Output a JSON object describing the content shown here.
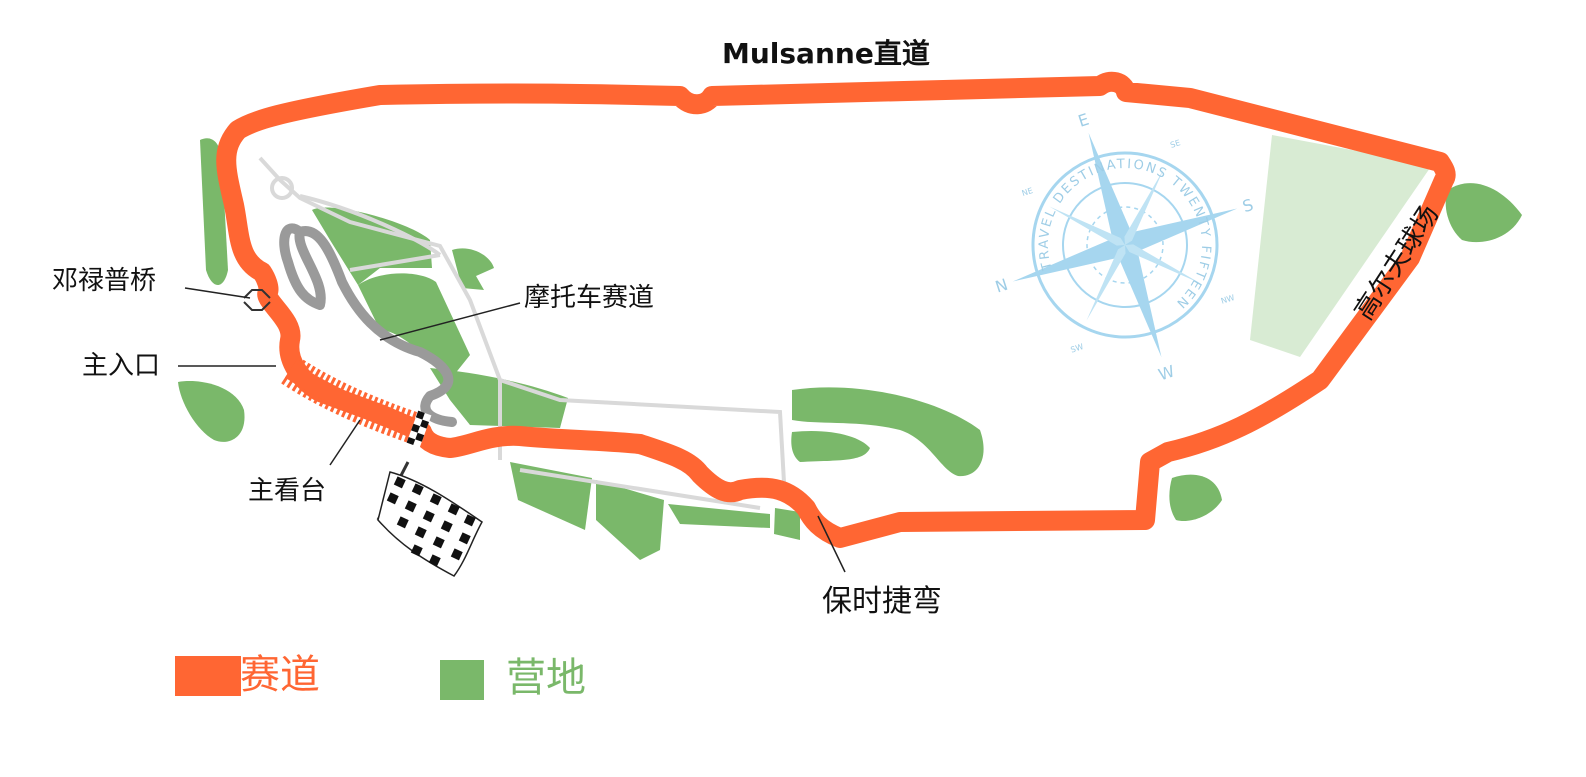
{
  "labels": {
    "straight": "Mulsanne直道",
    "bridge": "邓禄普桥",
    "moto_track": "摩托车赛道",
    "main_entrance": "主入口",
    "grandstand": "主看台",
    "porsche_curve": "保时捷弯",
    "golf": "高尔夫球场"
  },
  "compass": {
    "ring_text": "TRAVEL DESTINATIONS TWENTY FIFTEEN",
    "north": "N",
    "south": "S",
    "east": "E",
    "west": "W",
    "ne": "NE",
    "se": "SE",
    "sw": "SW",
    "nw": "NW"
  },
  "legend": [
    {
      "label": "赛道",
      "color": "#ff6633"
    },
    {
      "label": "营地",
      "color": "#7ab86a"
    }
  ],
  "colors": {
    "track": "#ff6633",
    "camp": "#7ab86a",
    "golf": "#d8ebd3",
    "road": "#d9d9d9",
    "moto": "#9a9a9a",
    "compass": "#a6d6ef"
  }
}
